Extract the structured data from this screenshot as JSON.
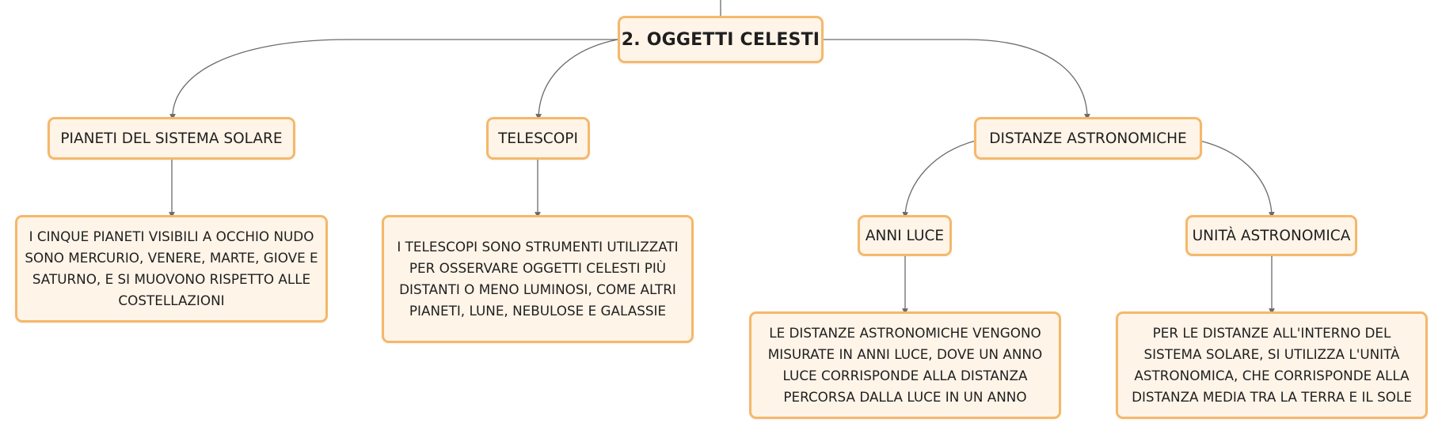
{
  "root": {
    "label": "2. OGGETTI CELESTI"
  },
  "topics": [
    {
      "label": "PIANETI DEL SISTEMA SOLARE",
      "details": [
        "I CINQUE PIANETI VISIBILI A OCCHIO NUDO SONO MERCURIO, VENERE, MARTE, GIOVE E SATURNO, E SI MUOVONO RISPETTO ALLE COSTELLAZIONI"
      ]
    },
    {
      "label": "TELESCOPI",
      "details": [
        "I TELESCOPI SONO STRUMENTI UTILIZZATI PER OSSERVARE OGGETTI CELESTI PIÙ DISTANTI O MENO LUMINOSI, COME ALTRI PIANETI, LUNE, NEBULOSE E GALASSIE"
      ]
    },
    {
      "label": "DISTANZE ASTRONOMICHE",
      "subtopics": [
        {
          "label": "ANNI LUCE",
          "detail": "LE DISTANZE ASTRONOMICHE VENGONO MISURATE IN ANNI LUCE, DOVE UN ANNO LUCE CORRISPONDE ALLA DISTANZA PERCORSA DALLA LUCE IN UN ANNO"
        },
        {
          "label": "UNITÀ ASTRONOMICA",
          "detail": "PER LE DISTANZE ALL'INTERNO DEL SISTEMA SOLARE, SI UTILIZZA L'UNITÀ ASTRONOMICA, CHE CORRISPONDE ALLA DISTANZA MEDIA TRA LA TERRA E IL SOLE"
        }
      ]
    }
  ],
  "colors": {
    "node_border": "#f5b86a",
    "node_fill": "#fff4e8",
    "connector": "#6b6b6b",
    "text": "#1f1f1f"
  }
}
